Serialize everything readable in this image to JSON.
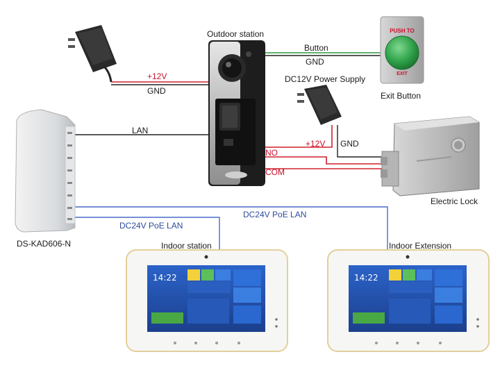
{
  "devices": {
    "outdoor_station": "Outdoor station",
    "exit_button": "Exit Button",
    "exit_button_top": "PUSH TO",
    "exit_button_bottom": "EXIT",
    "power_supply": "DC12V Power Supply",
    "electric_lock": "Electric Lock",
    "switch": "DS-KAD606-N",
    "indoor_station": "Indoor station",
    "indoor_extension": "Indoor Extension"
  },
  "wires": {
    "plus12v_left": "+12V",
    "gnd_left": "GND",
    "button": "Button",
    "gnd_button": "GND",
    "lan": "LAN",
    "plus12v_right": "+12V",
    "gnd_right": "GND",
    "no": "NO",
    "com": "COM",
    "poe_lan_1": "DC24V PoE LAN",
    "poe_lan_2": "DC24V PoE LAN"
  },
  "screen": {
    "time": "14:22"
  },
  "colors": {
    "red_wire": "#d0202a",
    "green_wire": "#2a9a3a",
    "blue_wire": "#4a6cc8",
    "black_wire": "#222222",
    "exit_button_green": "#2fa24a"
  }
}
